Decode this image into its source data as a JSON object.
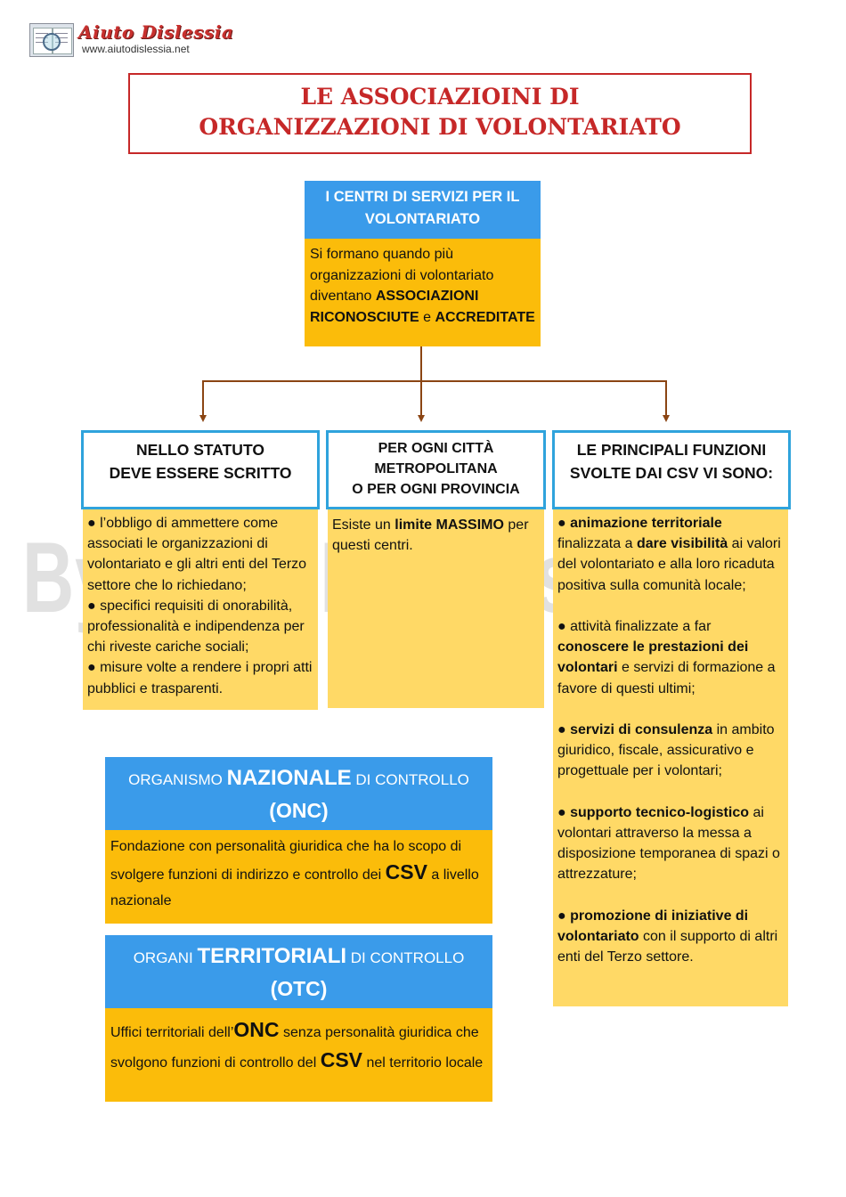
{
  "header": {
    "logo_icon": "book-magnifier-icon",
    "logo_title": "Aiuto Dislessia",
    "logo_url": "www.aiutodislessia.net"
  },
  "title": {
    "line1": "LE ASSOCIAZIOINI DI",
    "line2": "ORGANIZZAZIONI DI VOLONTARIATO"
  },
  "csv": {
    "head_line1": "I CENTRI DI SERVIZI PER IL",
    "head_line2": "VOLONTARIATO",
    "body_part1": "Si formano quando più organizzazioni di volontariato diventano",
    "body_bold1": "ASSOCIAZIONI RICONOSCIUTE",
    "body_part2": "e",
    "body_bold2": "ACCREDITATE"
  },
  "statuto": {
    "head_line1": "NELLO STATUTO",
    "head_line2": "DEVE ESSERE SCRITTO",
    "items": [
      "l’obbligo di ammettere come associati le organizzazioni di volontariato e gli altri enti del Terzo settore che lo richiedano;",
      "specifici requisiti di onorabilità, professionalità e indipendenza per chi riveste cariche sociali;",
      "misure volte a rendere i propri atti pubblici e trasparenti."
    ]
  },
  "citta": {
    "head_line1": "PER OGNI CITTÀ",
    "head_line2": "METROPOLITANA",
    "head_line3": "O PER OGNI PROVINCIA",
    "body_part1": "Esiste un",
    "body_bold": "limite MASSIMO",
    "body_part2": "per questi centri."
  },
  "funzioni": {
    "head_line1": "LE PRINCIPALI FUNZIONI",
    "head_line2": "SVOLTE DAI CSV VI SONO:",
    "f1_bold": "animazione territoriale",
    "f1_text1": "finalizzata a",
    "f1_bold2": "dare visibilità",
    "f1_text2": "ai valori del volontariato e alla loro ricaduta positiva sulla comunità locale;",
    "f2_text1": "attività finalizzate a far",
    "f2_bold": "conoscere le prestazioni dei volontari",
    "f2_text2": "e servizi di formazione a favore di questi ultimi;",
    "f3_bold": "servizi di consulenza",
    "f3_text": "in ambito giuridico, fiscale, assicurativo e progettuale per i volontari;",
    "f4_bold": "supporto tecnico-logistico",
    "f4_text": "ai volontari attraverso la messa a disposizione temporanea di spazi o attrezzature;",
    "f5_bold": "promozione di iniziative di volontariato",
    "f5_text": "con il supporto di altri enti del Terzo settore."
  },
  "onc": {
    "head_pre": "ORGANISMO",
    "head_big": "NAZIONALE",
    "head_post": "DI CONTROLLO",
    "head_abbr": "(ONC)",
    "body_part1": "Fondazione con personalità giuridica che ha lo scopo di svolgere funzioni di indirizzo e controllo dei",
    "body_big": "CSV",
    "body_part2": "a livello nazionale"
  },
  "otc": {
    "head_pre": "ORGANI",
    "head_big": "TERRITORIALI",
    "head_post": "DI CONTROLLO",
    "head_abbr": "(OTC)",
    "body_part1": "Uffici territoriali dell’",
    "body_big1": "ONC",
    "body_part2": "senza personalità giuridica che svolgono funzioni di controllo del",
    "body_big2": "CSV",
    "body_part3": "nel territorio locale"
  },
  "watermark": "By AiutoDislessia.net",
  "colors": {
    "title_red": "#c62828",
    "blue_header": "#3a9bea",
    "orange": "#fbbc0a",
    "light_yellow": "#ffd966",
    "box_border_blue": "#2fa3dc",
    "connector": "#8b4513"
  }
}
